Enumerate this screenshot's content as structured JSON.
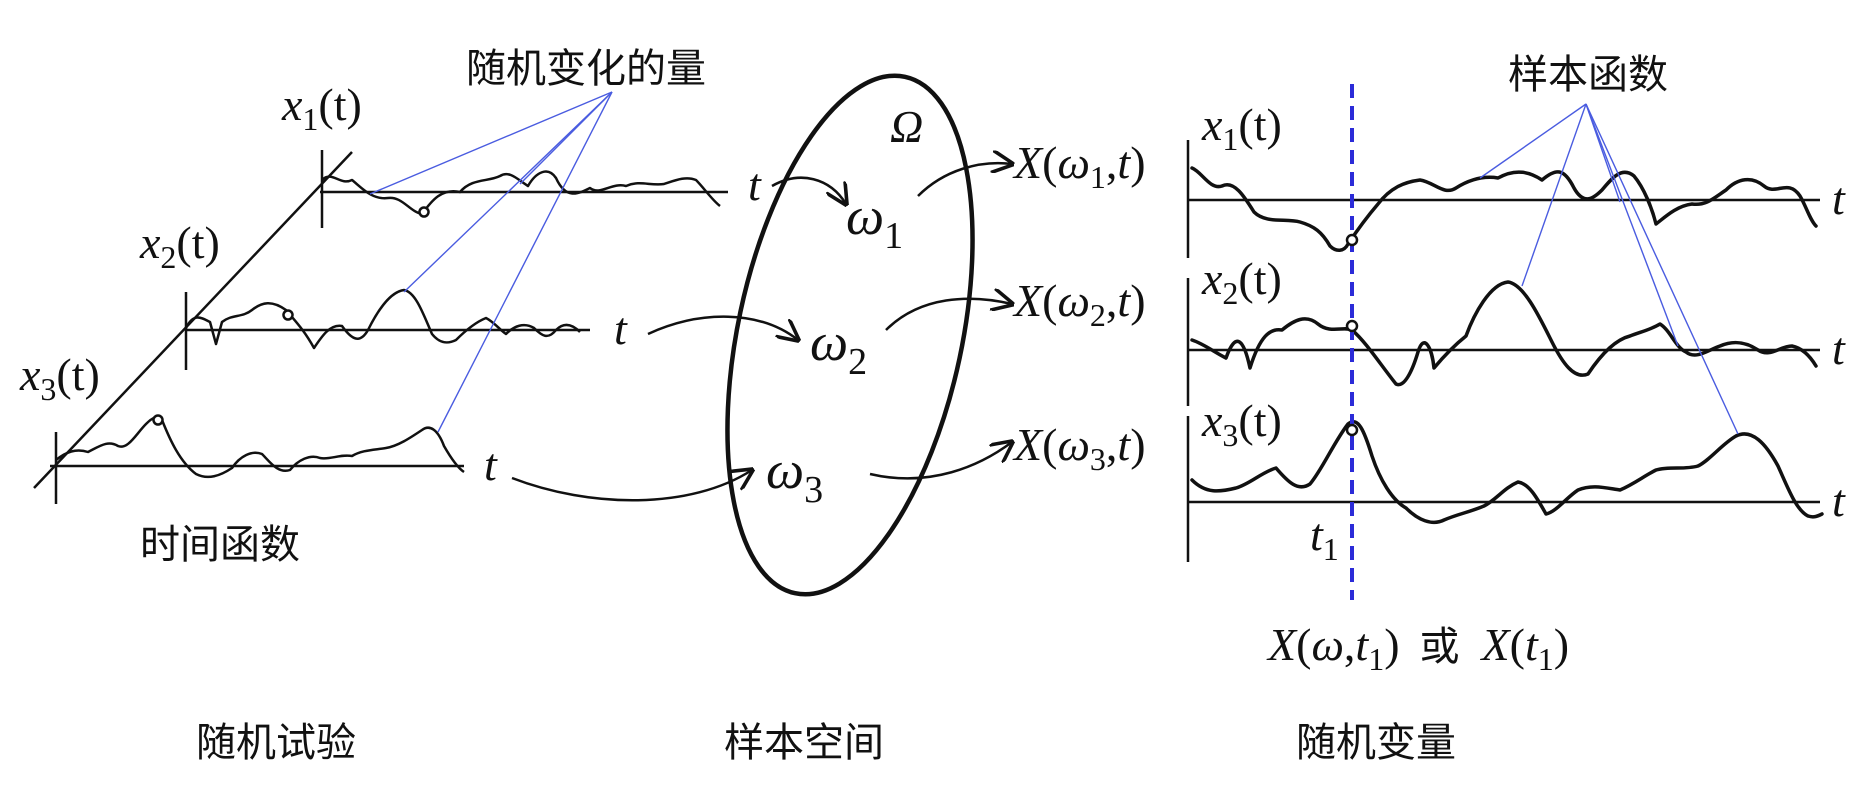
{
  "labels": {
    "random_quantity": "随机变化的量",
    "time_function": "时间函数",
    "sample_function": "样本函数",
    "random_experiment": "随机试验",
    "sample_space": "样本空间",
    "random_variable": "随机变量",
    "omega_big": "Ω",
    "t": "t",
    "or": "或"
  },
  "math": {
    "x": "x",
    "X_open": "X(",
    "omega": "ω",
    "comma_t_close": ",t)",
    "open_t": "(t)",
    "comma_t": ",t",
    "close_paren": ")",
    "X": "X",
    "paren_open": "("
  },
  "subscripts": [
    "1",
    "2",
    "3"
  ],
  "colors": {
    "accent_dashed": "#2b2bd8",
    "connector": "#4a5ce0",
    "ink": "#111111"
  }
}
